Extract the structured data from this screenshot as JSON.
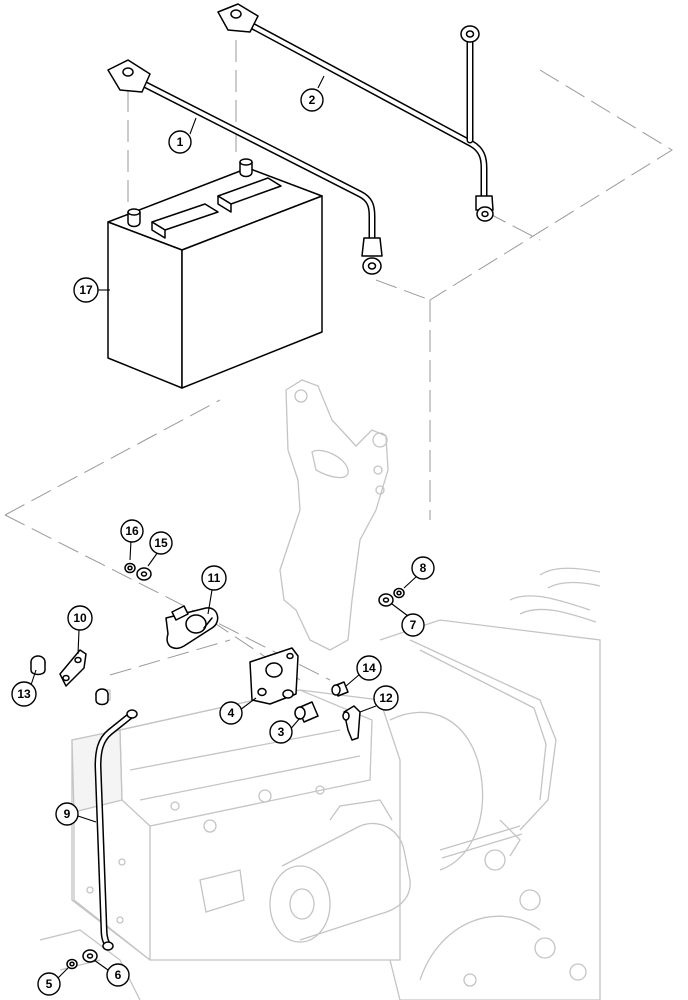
{
  "callouts": [
    {
      "id": "1",
      "label": "1"
    },
    {
      "id": "2",
      "label": "2"
    },
    {
      "id": "17",
      "label": "17"
    },
    {
      "id": "16",
      "label": "16"
    },
    {
      "id": "15",
      "label": "15"
    },
    {
      "id": "11",
      "label": "11"
    },
    {
      "id": "8",
      "label": "8"
    },
    {
      "id": "7",
      "label": "7"
    },
    {
      "id": "10",
      "label": "10"
    },
    {
      "id": "13",
      "label": "13"
    },
    {
      "id": "14",
      "label": "14"
    },
    {
      "id": "12",
      "label": "12"
    },
    {
      "id": "4",
      "label": "4"
    },
    {
      "id": "3",
      "label": "3"
    },
    {
      "id": "9",
      "label": "9"
    },
    {
      "id": "5",
      "label": "5"
    },
    {
      "id": "6",
      "label": "6"
    }
  ]
}
